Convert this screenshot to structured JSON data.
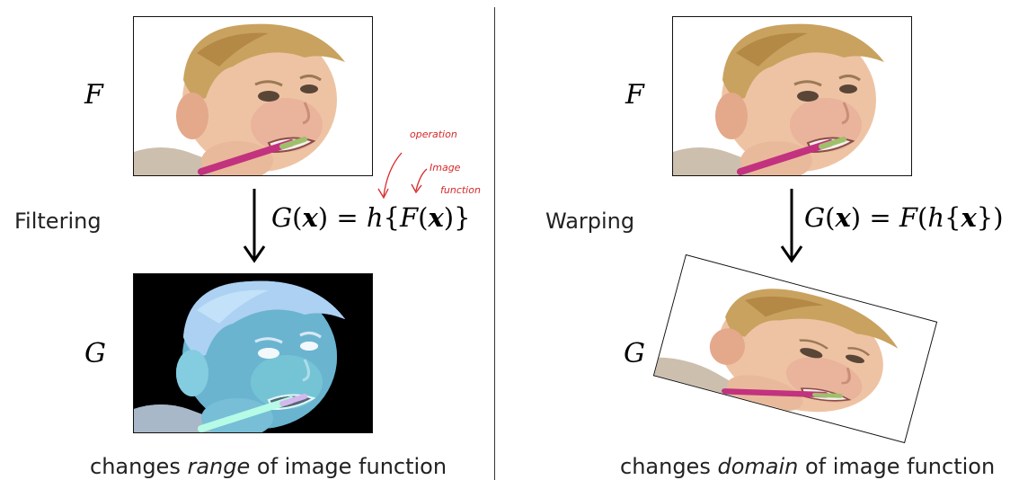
{
  "left": {
    "top_symbol": "F",
    "bottom_symbol": "G",
    "side_label": "Filtering",
    "equation": {
      "g": "G",
      "x1": "x",
      "h": "h",
      "f": "F",
      "x2": "x"
    },
    "caption": {
      "pre": "changes ",
      "em": "range",
      "post": " of image function"
    },
    "annotations": {
      "operation": "operation",
      "image": "Image",
      "function": "function"
    }
  },
  "right": {
    "top_symbol": "F",
    "bottom_symbol": "G",
    "side_label": "Warping",
    "equation": {
      "g": "G",
      "x1": "x",
      "f": "F",
      "h": "h",
      "x2": "x"
    },
    "caption": {
      "pre": "changes ",
      "em": "domain",
      "post": " of image function"
    }
  },
  "colors": {
    "annotation": "#d62828",
    "arrow": "#000000",
    "inverted_bg": "#000000"
  }
}
